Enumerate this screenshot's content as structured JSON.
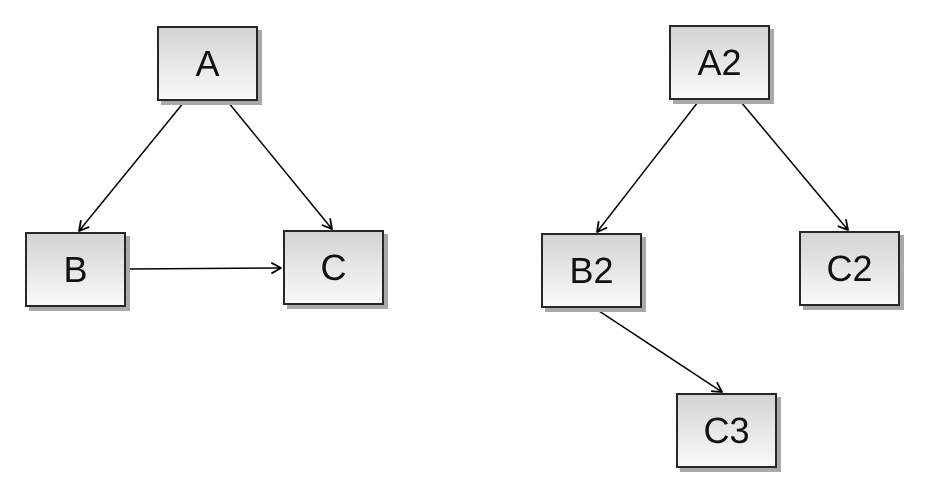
{
  "diagram": {
    "description": "Two directed graphs drawn as shadowed rectangle nodes with arrow edges on a white background",
    "nodes": {
      "a": {
        "label": "A"
      },
      "b": {
        "label": "B"
      },
      "c": {
        "label": "C"
      },
      "a2": {
        "label": "A2"
      },
      "b2": {
        "label": "B2"
      },
      "c2": {
        "label": "C2"
      },
      "c3": {
        "label": "C3"
      }
    },
    "edges": [
      {
        "from": "A",
        "to": "B"
      },
      {
        "from": "A",
        "to": "C"
      },
      {
        "from": "B",
        "to": "C"
      },
      {
        "from": "A2",
        "to": "B2"
      },
      {
        "from": "A2",
        "to": "C2"
      },
      {
        "from": "B2",
        "to": "C3"
      }
    ],
    "colors": {
      "background": "#ffffff",
      "node_border": "#272727",
      "node_fill_top": "#d4d4d4",
      "node_fill_bottom": "#f9f9f9",
      "node_shadow": "#a9a9a9",
      "edge_stroke": "#000000",
      "label_text": "#111111"
    }
  }
}
